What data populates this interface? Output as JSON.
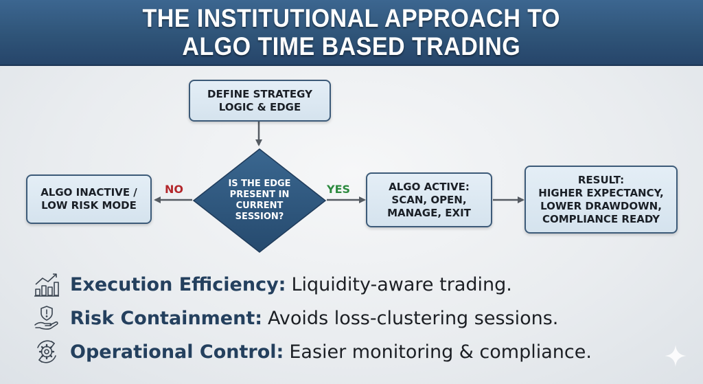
{
  "header": {
    "title_line1": "THE INSTITUTIONAL APPROACH TO",
    "title_line2": "ALGO TIME BASED TRADING"
  },
  "flowchart": {
    "start": {
      "line1": "DEFINE STRATEGY",
      "line2": "LOGIC & EDGE"
    },
    "decision": {
      "line1": "IS THE EDGE",
      "line2": "PRESENT IN",
      "line3": "CURRENT",
      "line4": "SESSION?"
    },
    "no_branch": {
      "label": "NO",
      "line1": "ALGO INACTIVE /",
      "line2": "LOW RISK MODE"
    },
    "yes_branch": {
      "label": "YES",
      "line1": "ALGO ACTIVE:",
      "line2": "SCAN, OPEN,",
      "line3": "MANAGE, EXIT"
    },
    "result": {
      "line1": "RESULT:",
      "line2": "HIGHER EXPECTANCY,",
      "line3": "LOWER DRAWDOWN,",
      "line4": "COMPLIANCE READY"
    }
  },
  "benefits": [
    {
      "icon": "growth-chart-icon",
      "title": "Execution Efficiency:",
      "desc": "Liquidity-aware trading."
    },
    {
      "icon": "shield-hand-icon",
      "title": "Risk Containment:",
      "desc": "Avoids loss-clustering sessions."
    },
    {
      "icon": "gear-cycle-icon",
      "title": "Operational Control:",
      "desc": "Easier monitoring & compliance."
    }
  ],
  "colors": {
    "header_bg": "#2f5478",
    "diamond_fill": "#2f5a82",
    "box_border": "#3c5a78",
    "box_fill": "#dbe7f1",
    "no_label": "#b3262a",
    "yes_label": "#2c8a3e",
    "benefit_title": "#24405e"
  },
  "watermark": {
    "icon": "sparkle-icon"
  }
}
